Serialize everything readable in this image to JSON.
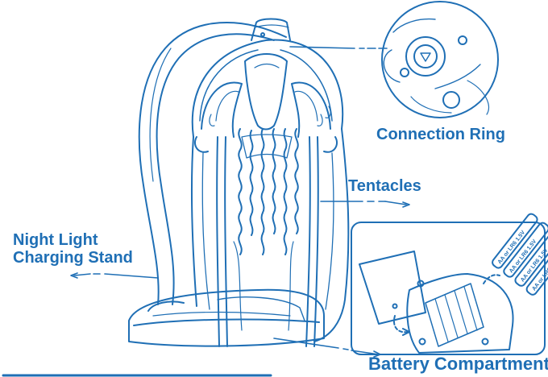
{
  "labels": {
    "connection_ring": "Connection Ring",
    "tentacles": "Tentacles",
    "stand_line1": "Night Light",
    "stand_line2": "Charging Stand",
    "battery_compartment": "Battery Compartment"
  },
  "battery_text": "AA or LR6 1.5V",
  "colors": {
    "line": "#1f6fb5",
    "label": "#1f6fb5",
    "fill": "#ffffff"
  }
}
